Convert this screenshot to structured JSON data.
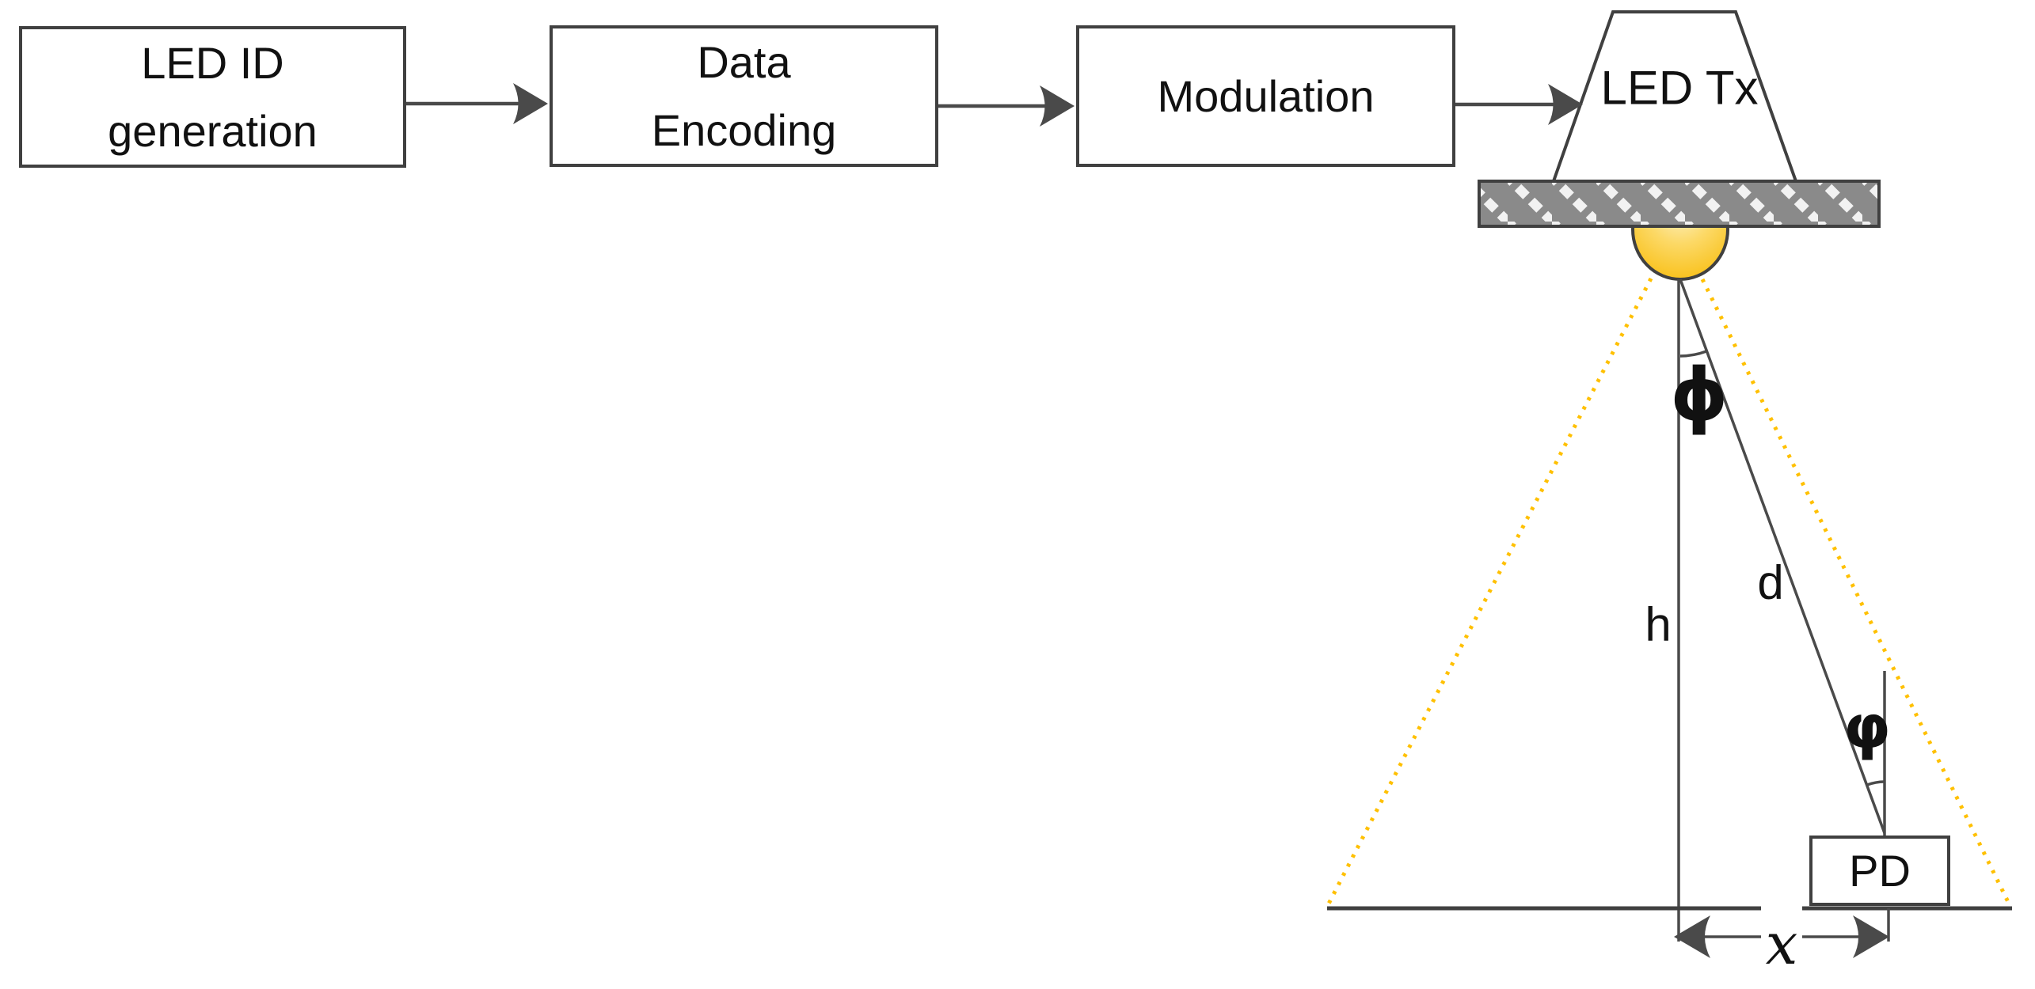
{
  "colors": {
    "line_dark": "#404040",
    "arrow_fill": "#4a4a4a",
    "ray_yellow": "#ffc000",
    "bar_fill": "#8a8a8a",
    "bar_stripe": "#f2f2f2",
    "bulb_center": "#fdf3cd",
    "bulb_edge": "#f8bd0e",
    "text": "#111111",
    "background": "#ffffff"
  },
  "flow_blocks": [
    {
      "lines": [
        "LED ID",
        "generation"
      ]
    },
    {
      "lines": [
        "Data",
        "Encoding"
      ]
    },
    {
      "lines": [
        "Modulation"
      ]
    }
  ],
  "transmitter": {
    "label": "LED Tx"
  },
  "receiver": {
    "label": "PD"
  },
  "geometry_labels": {
    "height": "h",
    "link_distance": "d",
    "irradiance_angle": "ϕ",
    "incidence_angle": "φ",
    "horizontal_distance": "x"
  }
}
